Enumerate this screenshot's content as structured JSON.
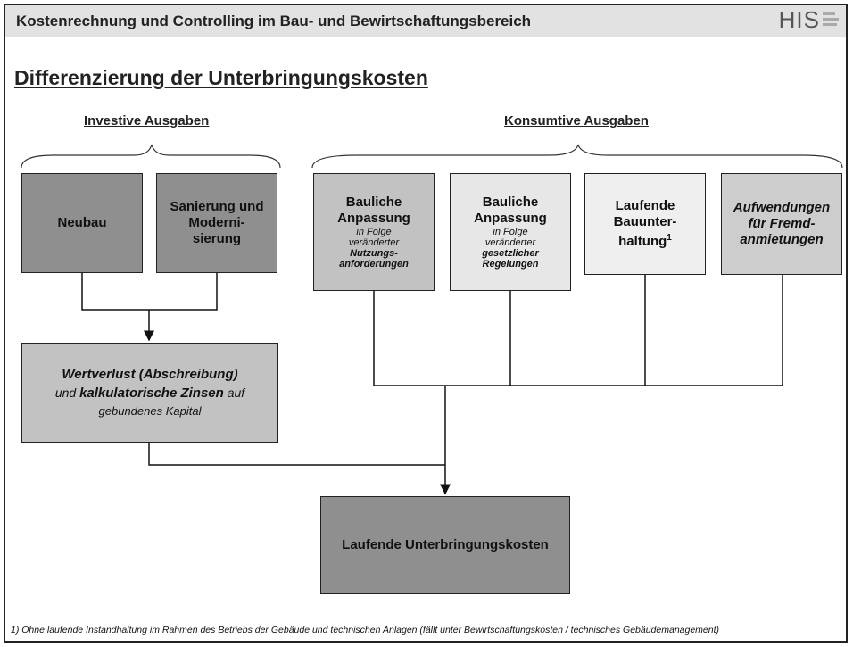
{
  "header": {
    "title": "Kostenrechnung und Controlling im Bau- und Bewirtschaftungsbereich",
    "logo": "HIS"
  },
  "page_title": "Differenzierung der Unterbringungskosten",
  "groups": {
    "investive": "Investive Ausgaben",
    "konsumtive": "Konsumtive Ausgaben"
  },
  "boxes": {
    "neubau": "Neubau",
    "sanierung": [
      "Sanierung und",
      "Moderni-",
      "sierung"
    ],
    "bauliche1": {
      "title": [
        "Bauliche",
        "Anpassung"
      ],
      "sub": [
        "in Folge",
        "veränderter"
      ],
      "subbold": [
        "Nutzungs-",
        "anforderungen"
      ]
    },
    "bauliche2": {
      "title": [
        "Bauliche",
        "Anpassung"
      ],
      "sub": [
        "in Folge",
        "veränderter"
      ],
      "subbold": [
        "gesetzlicher",
        "Regelungen"
      ]
    },
    "laufende": {
      "lines": [
        "Laufende",
        "Bauunter-",
        "haltung"
      ],
      "sup": "1"
    },
    "aufwendungen": [
      "Aufwendungen",
      "für Fremd-",
      "anmietungen"
    ],
    "wertverlust": {
      "l1": "Wertverlust (Abschreibung)",
      "l2a": "und ",
      "l2b": "kalkulatorische Zinsen",
      "l2c": " auf",
      "l3": "gebundenes Kapital"
    },
    "result": "Laufende Unterbringungskosten"
  },
  "footnote": "1) Ohne laufende Instandhaltung im Rahmen des Betriebs der Gebäude und technischen Anlagen (fällt unter Bewirtschaftungskosten / technisches Gebäudemanagement)"
}
